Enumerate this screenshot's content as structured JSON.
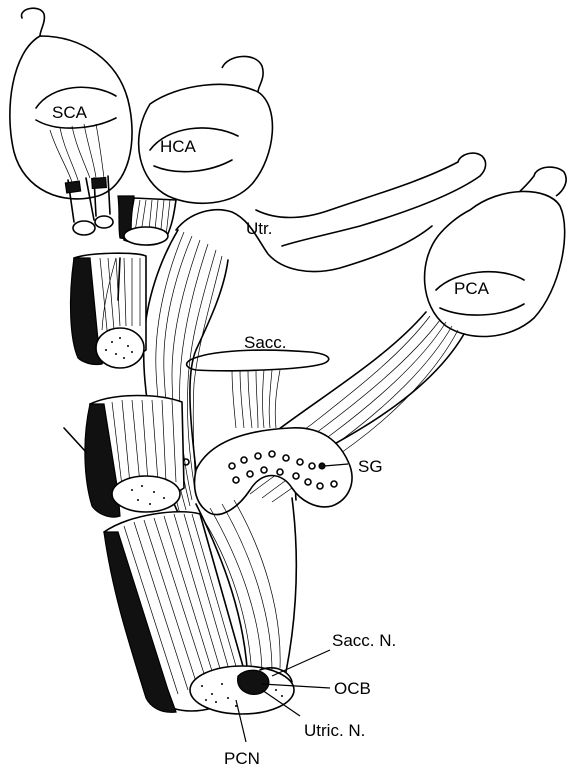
{
  "labels": {
    "sca": "SCA",
    "hca": "HCA",
    "utr": "Utr.",
    "pca": "PCA",
    "sacc": "Sacc.",
    "sg": "SG",
    "sacc_n": "Sacc. N.",
    "ocb": "OCB",
    "utric_n": "Utric. N.",
    "pcn": "PCN"
  }
}
